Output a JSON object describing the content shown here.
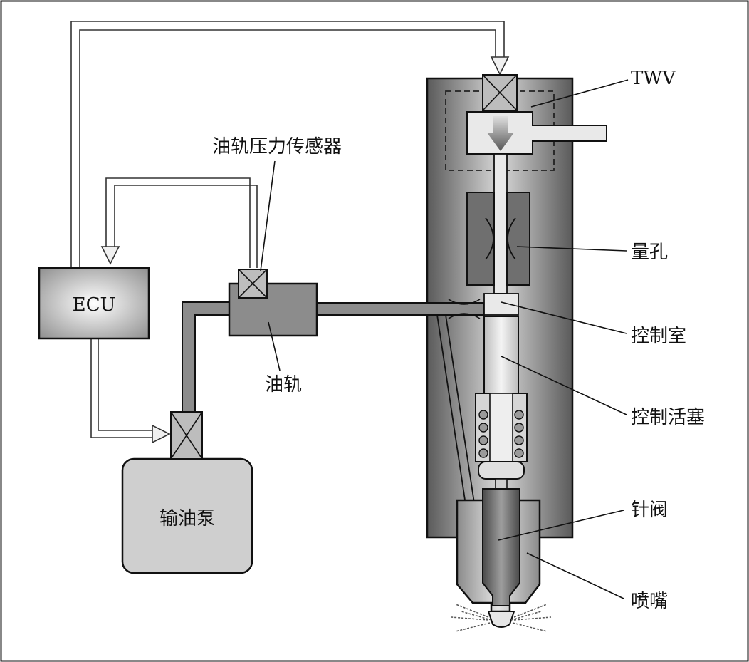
{
  "labels": {
    "ecu": "ECU",
    "pump": "输油泵",
    "rail": "油轨",
    "rail_sensor": "油轨压力传感器",
    "twv": "TWV",
    "orifice": "量孔",
    "control_chamber": "控制室",
    "control_piston": "控制活塞",
    "needle_valve": "针阀",
    "nozzle": "喷嘴"
  },
  "colors": {
    "body_dark": "#5f5f5f",
    "body_mid": "#9a9a9a",
    "box_fill": "#cfcfcf",
    "rail_fill": "#8c8c8c",
    "line": "#111111"
  }
}
